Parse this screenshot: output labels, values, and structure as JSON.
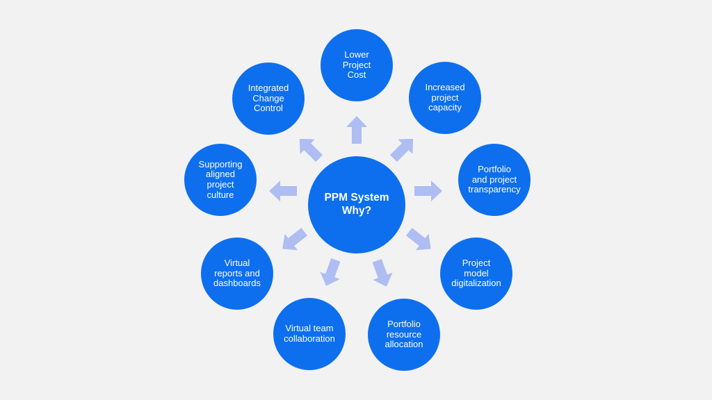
{
  "colors": {
    "background": "#f2f2f3",
    "node_blue": "#0d6fee",
    "arrow_blue": "#aebdf2",
    "text": "#ffffff"
  },
  "diagram": {
    "type": "radial-spoke-diagram",
    "center": {
      "id": "ppm-system-why",
      "label": "PPM System\nWhy?"
    },
    "nodes": [
      {
        "id": "lower-project-cost",
        "position": "top",
        "label": "Lower\nProject\nCost"
      },
      {
        "id": "increased-project-capacity",
        "position": "top-right",
        "label": "Increased\nproject\ncapacity"
      },
      {
        "id": "portfolio-and-project-transparency",
        "position": "right",
        "label": "Portfolio\nand project\ntransparency"
      },
      {
        "id": "project-model-digitalization",
        "position": "bottom-right",
        "label": "Project\nmodel\ndigitalization"
      },
      {
        "id": "portfolio-resource-allocation",
        "position": "bottom-center-right",
        "label": "Portfolio\nresource\nallocation"
      },
      {
        "id": "virtual-team-collaboration",
        "position": "bottom-center-left",
        "label": "Virtual team\ncollaboration"
      },
      {
        "id": "virtual-reports-and-dashboards",
        "position": "bottom-left",
        "label": "Virtual\nreports and\ndashboards"
      },
      {
        "id": "supporting-aligned-project-culture",
        "position": "left",
        "label": "Supporting\naligned\nproject\nculture"
      },
      {
        "id": "integrated-change-control",
        "position": "top-left",
        "label": "Integrated\nChange\nControl"
      }
    ],
    "arrows": [
      "arrow-up",
      "arrow-up-right",
      "arrow-right",
      "arrow-down-right",
      "arrow-down-steep-right",
      "arrow-down-steep-left",
      "arrow-down-left",
      "arrow-left",
      "arrow-up-left"
    ]
  }
}
